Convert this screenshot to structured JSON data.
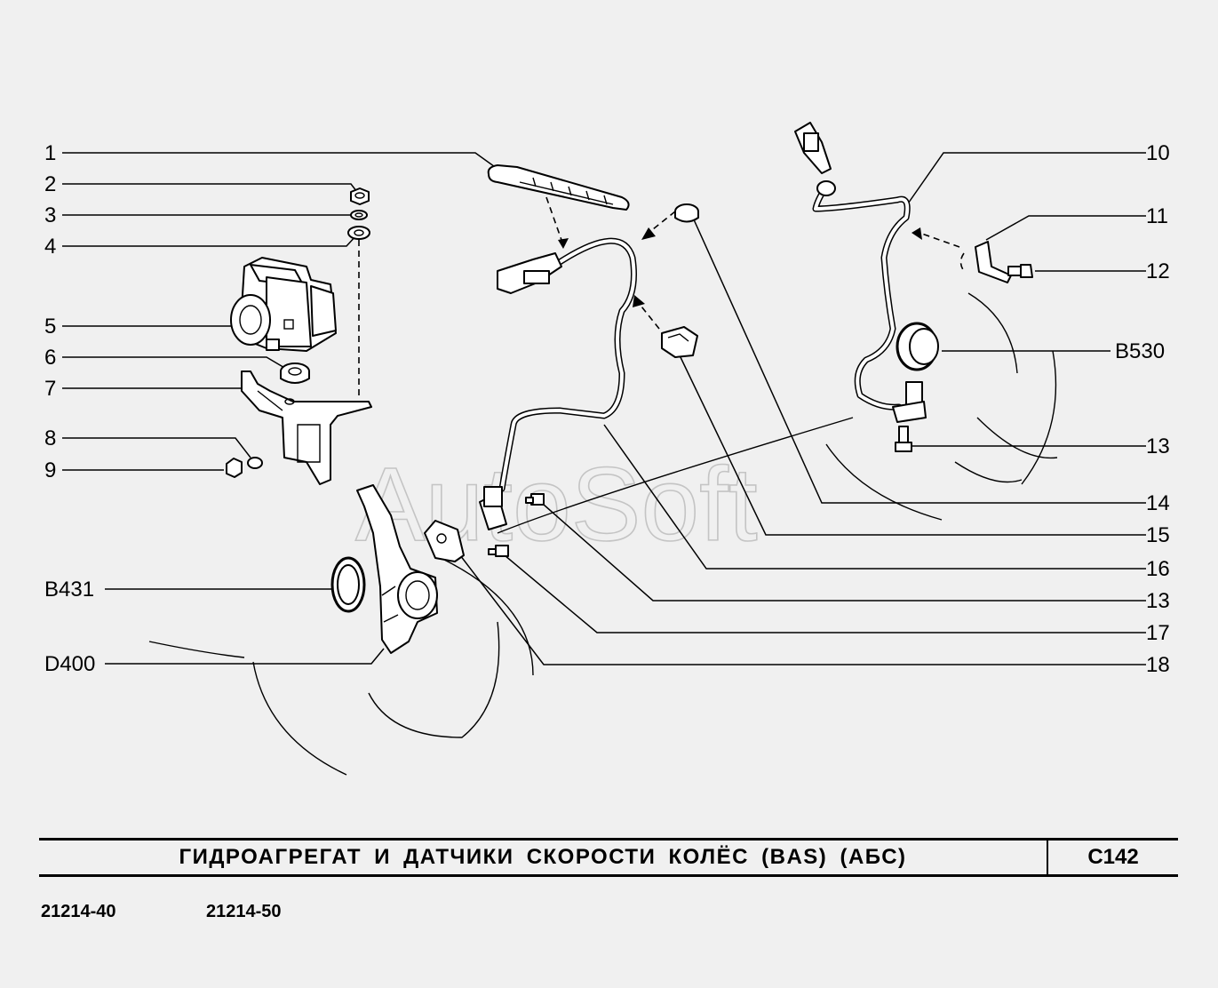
{
  "watermark": "AutoSoft",
  "callouts_left": [
    "1",
    "2",
    "3",
    "4",
    "5",
    "6",
    "7",
    "8",
    "9",
    "B431",
    "D400"
  ],
  "callouts_right": [
    "10",
    "11",
    "12",
    "B530",
    "13",
    "14",
    "15",
    "16",
    "13",
    "17",
    "18"
  ],
  "title": "ГИДРОАГРЕГАТ И ДАТЧИКИ СКОРОСТИ КОЛЁС (BAS) (АБС)",
  "page_code": "C142",
  "models": [
    "21214-40",
    "21214-50"
  ]
}
